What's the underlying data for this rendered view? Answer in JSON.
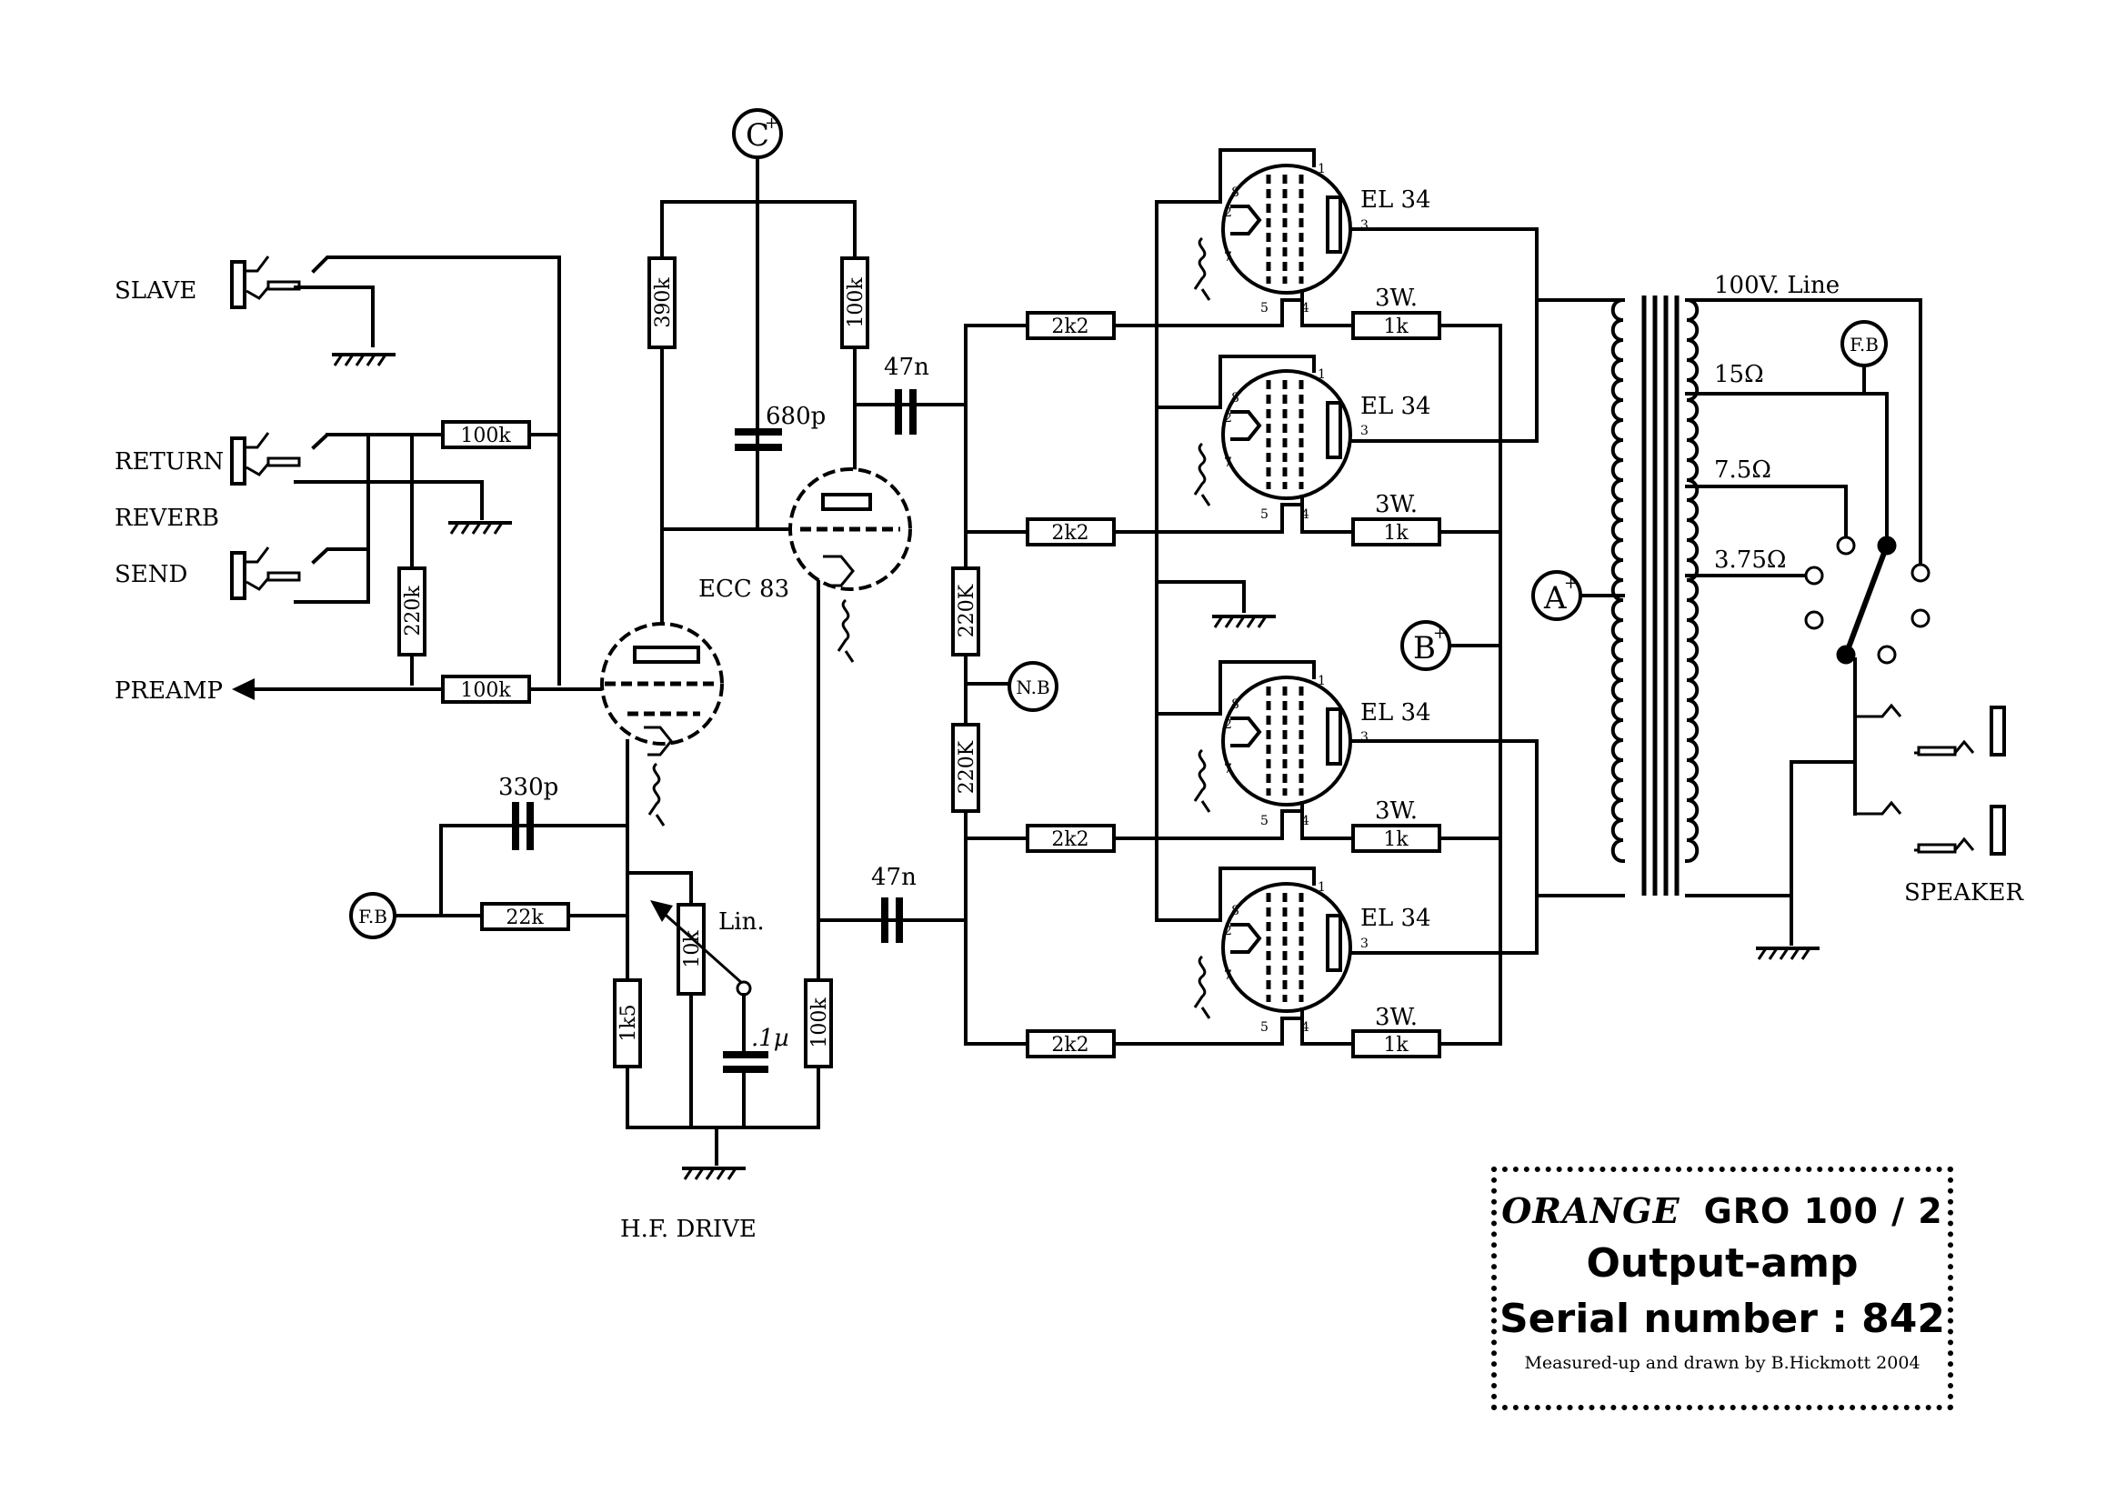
{
  "title_block": {
    "brand": "ORANGE",
    "model": "GRO 100 / 2",
    "subtitle": "Output-amp",
    "serial": "Serial number :  842",
    "credit": "Measured-up and drawn by B.Hickmott 2004"
  },
  "io_labels": {
    "slave": "SLAVE",
    "return": "RETURN",
    "reverb": "REVERB",
    "send": "SEND",
    "preamp": "PREAMP",
    "speaker": "SPEAKER",
    "hf_drive": "H.F. DRIVE"
  },
  "tubes": {
    "driver": "ECC 83",
    "output_1": "EL 34",
    "output_2": "EL 34",
    "output_3": "EL 34",
    "output_4": "EL 34"
  },
  "pin_labels": {
    "p1": "1",
    "p2": "2",
    "p3": "3",
    "p4": "4",
    "p5": "5",
    "p7": "7",
    "p8": "8"
  },
  "nodes": {
    "c_plus": "C",
    "a_plus": "A",
    "b_plus": "B",
    "plus": "+",
    "nb": "N.B",
    "fb_left": "F.B",
    "fb_right": "F.B"
  },
  "resistors": {
    "r_loop_100k": "100k",
    "r_loop_220k": "220k",
    "r_preamp_100k": "100k",
    "r_plate_390k": "390k",
    "r_plate_100k": "100k",
    "r_fb_22k": "22k",
    "r_cathode_1k5": "1k5",
    "r_pot_10k": "10k",
    "r_tail_100k": "100k",
    "r_bias_top": "220K",
    "r_bias_bottom": "220K",
    "r_grid_1": "2k2",
    "r_grid_2": "2k2",
    "r_grid_3": "2k2",
    "r_grid_4": "2k2",
    "r_screen_1": "1k",
    "r_screen_2": "1k",
    "r_screen_3": "1k",
    "r_screen_4": "1k",
    "rating_1": "3W.",
    "rating_2": "3W.",
    "rating_3": "3W.",
    "rating_4": "3W."
  },
  "capacitors": {
    "c_680p": "680p",
    "c_47n_top": "47n",
    "c_47n_bottom": "47n",
    "c_330p": "330p",
    "c_01u": ".1µ"
  },
  "pot_label": "Lin.",
  "transformer": {
    "line": "100V. Line",
    "tap_15": "15Ω",
    "tap_75": "7.5Ω",
    "tap_375": "3.75Ω"
  }
}
